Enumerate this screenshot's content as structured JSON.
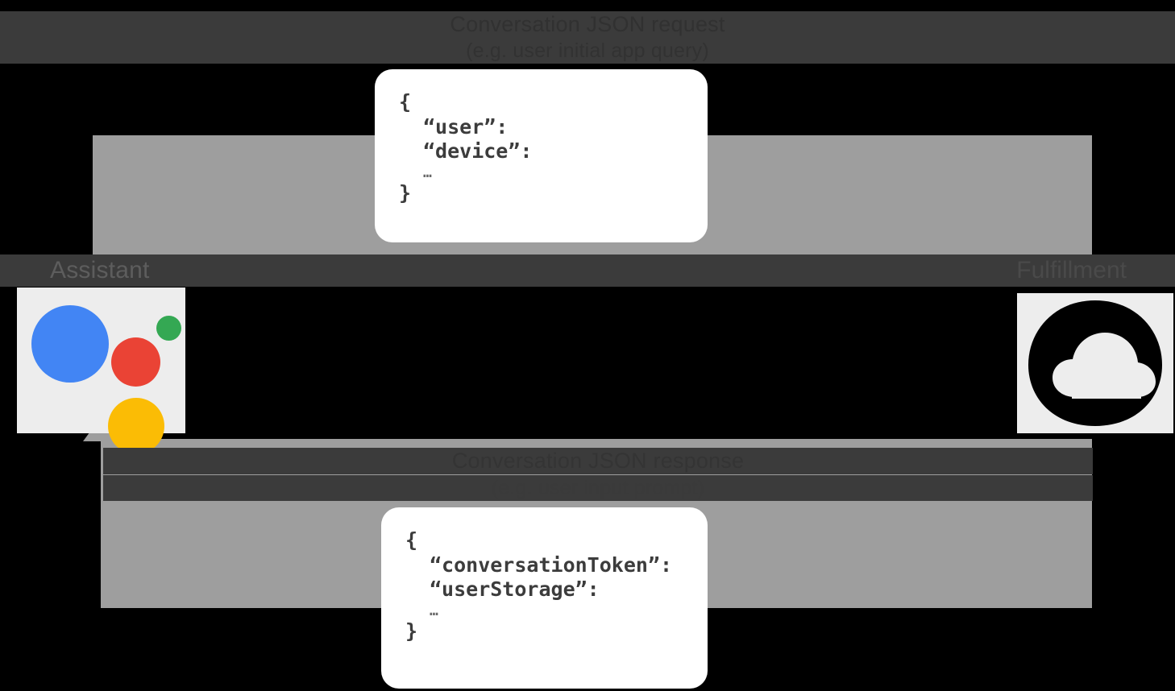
{
  "diagram": {
    "title": "Conversation JSON request / response flow",
    "colors": {
      "background": "#000000",
      "arrow": "#9e9e9e",
      "band": "#3b3b3b",
      "card": "#ffffff",
      "assistant_blue": "#4285f4",
      "assistant_red": "#ea4335",
      "assistant_green": "#34a853",
      "assistant_yellow": "#fbbc05"
    }
  },
  "request_flow": {
    "title": "Conversation JSON request",
    "subtitle": "(e.g. user initial app query)",
    "json": {
      "open_brace": "{",
      "line1": "“user”:",
      "line2": "“device”:",
      "ellipsis": "…",
      "close_brace": "}"
    }
  },
  "response_flow": {
    "title": "Conversation JSON response",
    "subtitle": "(e.g. user input prompt)",
    "json": {
      "open_brace": "{",
      "line1": "“conversationToken”:",
      "line2": "“userStorage”:",
      "ellipsis": "…",
      "close_brace": "}"
    }
  },
  "nodes": {
    "assistant": {
      "label": "Assistant",
      "icon": "google-assistant-icon"
    },
    "fulfillment": {
      "label": "Fulfillment",
      "icon": "cloud-icon"
    }
  }
}
